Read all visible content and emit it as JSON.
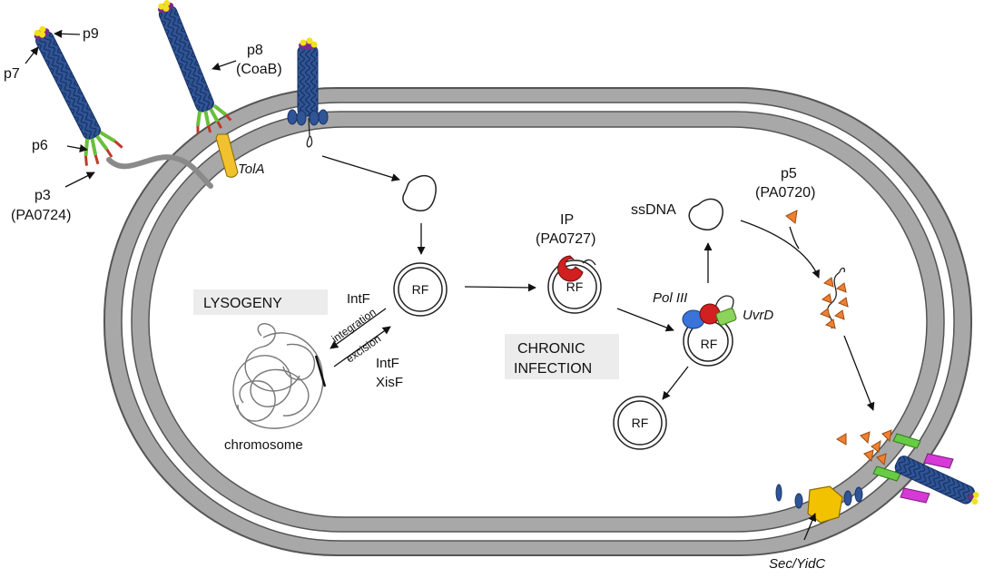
{
  "labels": {
    "p9": "p9",
    "p7": "p7",
    "p6": "p6",
    "p3": "p3",
    "pa0724": "(PA0724)",
    "p8": "p8",
    "coab": "(CoaB)",
    "tola": "TolA",
    "ip": "IP",
    "pa0727": "(PA0727)",
    "ssdna": "ssDNA",
    "p5": "p5",
    "pa0720": "(PA0720)",
    "lysogeny": "LYSOGENY",
    "intf_top": "IntF",
    "integration": "integration",
    "excision": "excision",
    "intf_bottom": "IntF",
    "xisf": "XisF",
    "chromosome": "chromosome",
    "chronic_1": "CHRONIC",
    "chronic_2": "INFECTION",
    "pol3": "Pol III",
    "uvrd": "UvrD",
    "secyidc": "Sec/YidC",
    "rf": "RF"
  },
  "colors": {
    "membrane": "#9e9e9e",
    "membrane_dark": "#5a5a5a",
    "phage_body": "#2f5597",
    "phage_dark": "#1a3364",
    "tip_yellow": "#f3e11c",
    "tip_purple": "#7a2b8a",
    "p3_red": "#c0392b",
    "p6_green": "#6abf3a",
    "tola_yellow": "#f2c12e",
    "ip_red": "#d21f1f",
    "p5_orange": "#f08030",
    "uvrd_green": "#8bd35a",
    "pol_blue": "#3a74d9",
    "secretin_magenta": "#d63ad6",
    "secretin_green": "#66cc44",
    "sec_yellow": "#f2c200",
    "box_gray": "#ececec"
  }
}
